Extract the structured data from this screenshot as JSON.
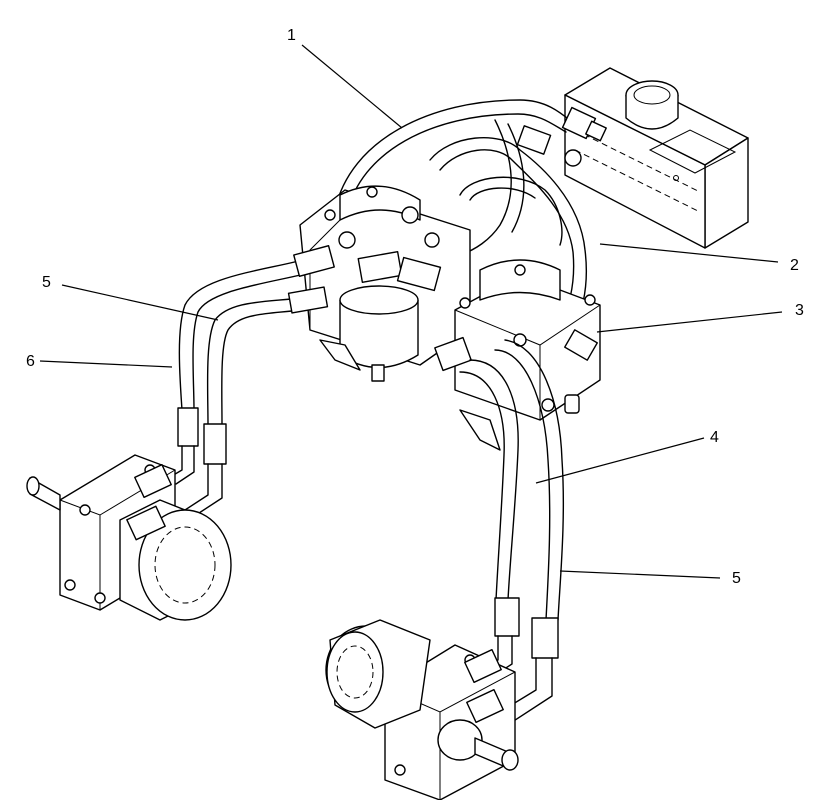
{
  "callouts": [
    {
      "id": "c1",
      "label": "1"
    },
    {
      "id": "c2",
      "label": "2"
    },
    {
      "id": "c3",
      "label": "3"
    },
    {
      "id": "c4",
      "label": "4"
    },
    {
      "id": "c5a",
      "label": "5"
    },
    {
      "id": "c5b",
      "label": "5"
    },
    {
      "id": "c6",
      "label": "6"
    }
  ]
}
